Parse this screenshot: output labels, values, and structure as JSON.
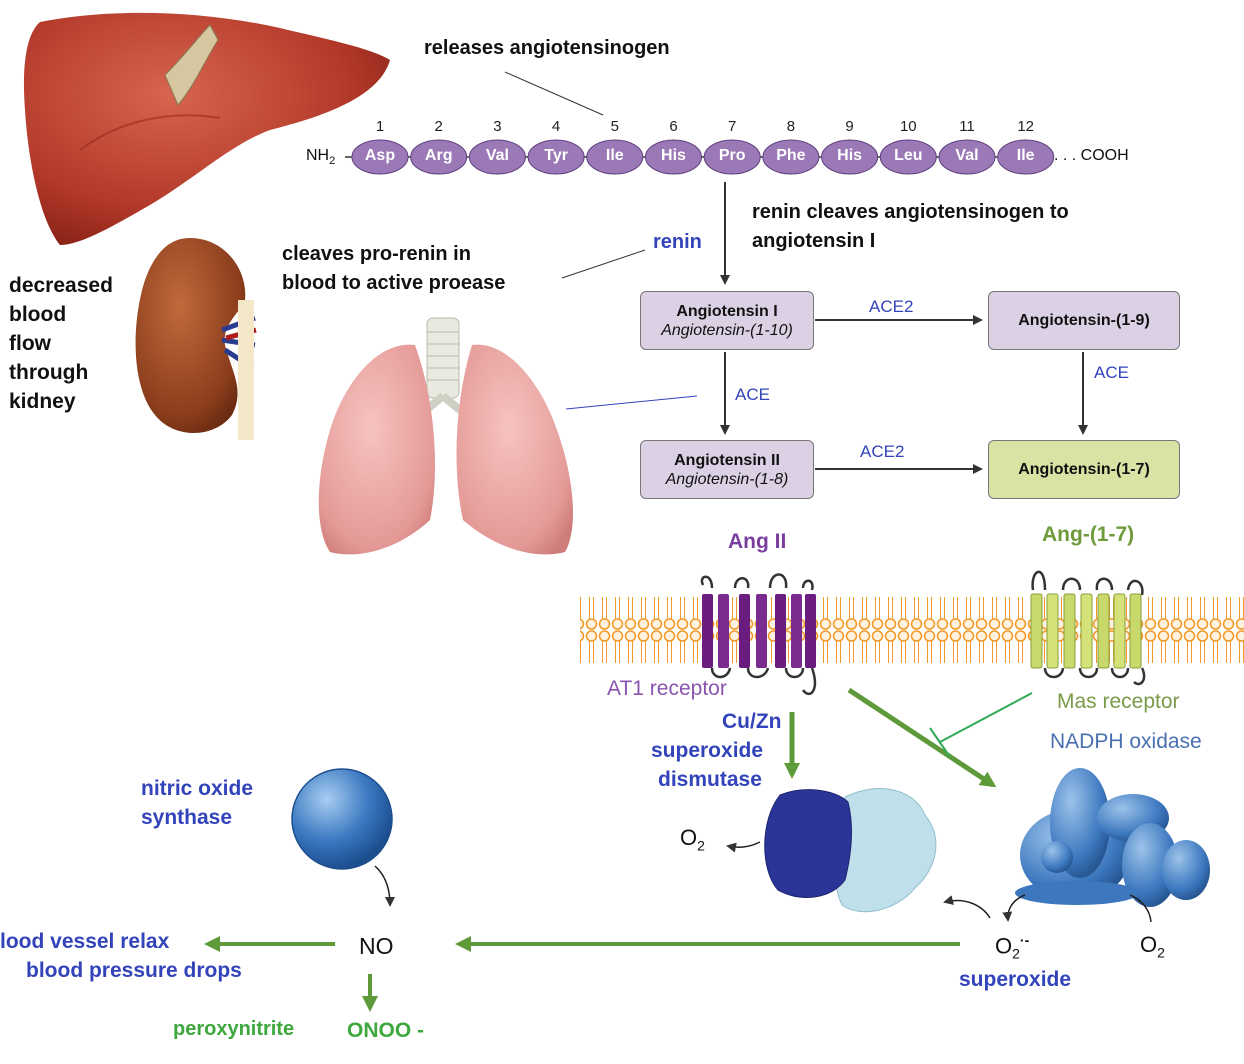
{
  "colors": {
    "box_purple": "#dcd1e4",
    "box_green": "#d7e4a4",
    "residue": "#9b79b6",
    "arrow_green": "#5f9a3a",
    "text_blue": "#3344bb",
    "text_green": "#3ea83e",
    "at1_purple": "#6a1d7e",
    "mas_yellowgreen": "#c8d86a",
    "membrane_orange": "#f39a2a"
  },
  "icons": [
    "liver-image",
    "kidney-image",
    "lungs-image",
    "membrane-image",
    "sod-protein-image",
    "nadph-oxidase-image",
    "nos-sphere-image"
  ],
  "labels": {
    "releases": "releases angiotensinogen",
    "renin_cleaves_1": "renin cleaves angiotensinogen to",
    "renin_cleaves_2": "angiotensin I",
    "renin": "renin",
    "prorenin_1": "cleaves  pro-renin in",
    "prorenin_2": "blood to active proease",
    "kidney_1": "decreased",
    "kidney_2": "blood",
    "kidney_3": "flow",
    "kidney_4": "through",
    "kidney_5": "kidney",
    "ace_left": "ACE",
    "ace_right": "ACE",
    "ace2_top": "ACE2",
    "ace2_bottom": "ACE2",
    "ang_ii_receptor": "Ang II",
    "ang17_receptor": "Ang-(1-7)",
    "at1": "AT1 receptor",
    "mas": "Mas receptor",
    "nadph": "NADPH oxidase",
    "sod_1": "Cu/Zn",
    "sod_2": "superoxide",
    "sod_3": "dismutase",
    "nos_1": "nitric oxide",
    "nos_2": "synthase",
    "no": "NO",
    "relax_1": "lood vessel relax",
    "relax_2": "blood pressure drops",
    "peroxynitrite": "peroxynitrite",
    "onoo": "ONOO -",
    "superoxide": "superoxide",
    "o2": "O",
    "o2_sub": "2",
    "o2_sup": "·-"
  },
  "chain": {
    "nh2": "NH",
    "nh2_sub": "2",
    "cooh": ". . . COOH",
    "residues": [
      {
        "n": "1",
        "aa": "Asp"
      },
      {
        "n": "2",
        "aa": "Arg"
      },
      {
        "n": "3",
        "aa": "Val"
      },
      {
        "n": "4",
        "aa": "Tyr"
      },
      {
        "n": "5",
        "aa": "Ile"
      },
      {
        "n": "6",
        "aa": "His"
      },
      {
        "n": "7",
        "aa": "Pro"
      },
      {
        "n": "8",
        "aa": "Phe"
      },
      {
        "n": "9",
        "aa": "His"
      },
      {
        "n": "10",
        "aa": "Leu"
      },
      {
        "n": "11",
        "aa": "Val"
      },
      {
        "n": "12",
        "aa": "Ile"
      }
    ]
  },
  "boxes": {
    "ang1": {
      "name": "Angiotensin I",
      "sub": "Angiotensin-(1-10)"
    },
    "ang19": {
      "name": "Angiotensin-(1-9)"
    },
    "ang2": {
      "name": "Angiotensin II",
      "sub": "Angiotensin-(1-8)"
    },
    "ang17": {
      "name": "Angiotensin-(1-7)"
    }
  }
}
